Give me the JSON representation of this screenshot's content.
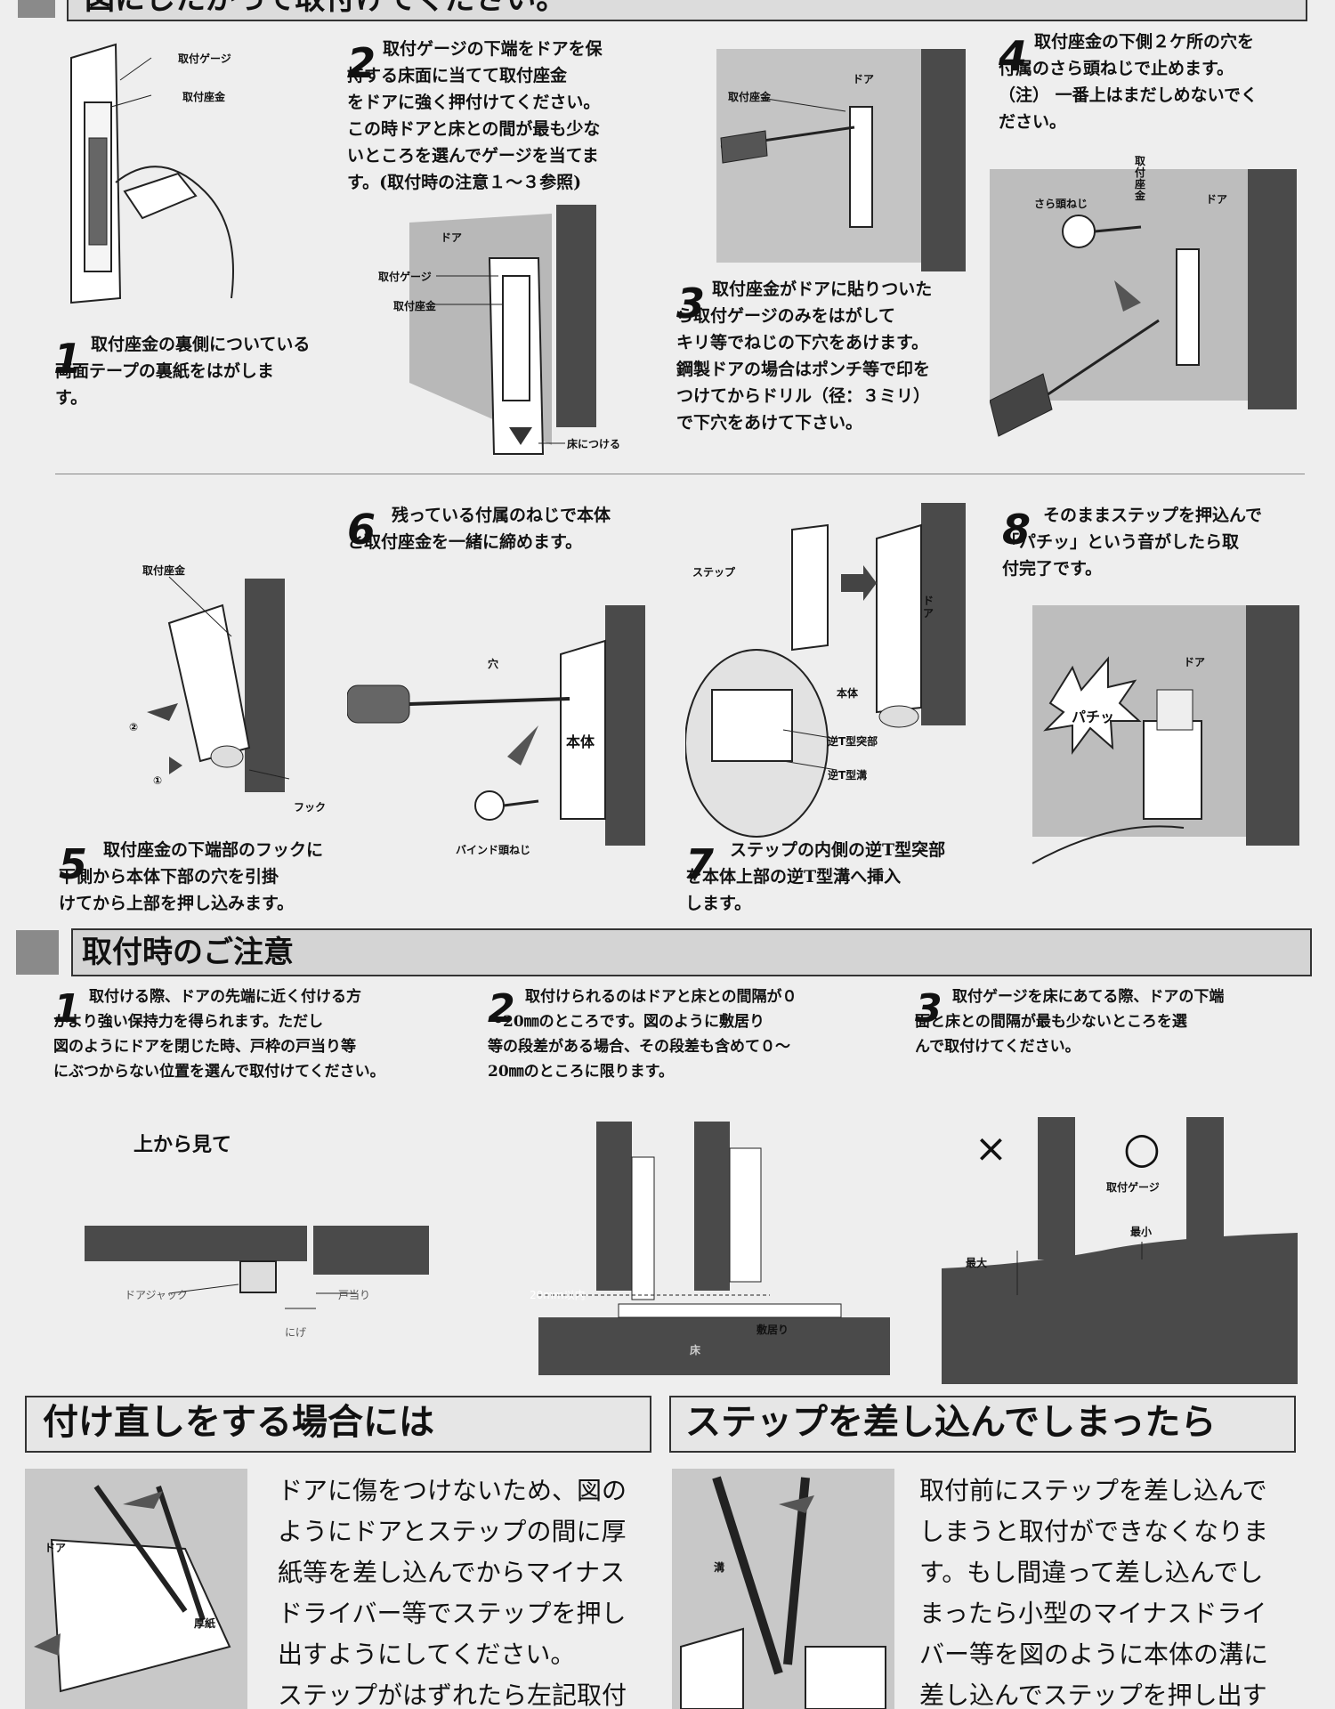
{
  "header": {
    "title": "図にしたがって取付けてください。"
  },
  "steps": [
    {
      "num": "1",
      "text": "取付座金の裏側についている\n両面テープの裏紙をはがしま\nす。"
    },
    {
      "num": "2",
      "text": "取付ゲージの下端をドアを保\n持する床面に当てて取付座金\nをドアに強く押付けてください。\nこの時ドアと床との間が最も少な\nいところを選んでゲージを当てま\nす。(取付時の注意１～３参照)"
    },
    {
      "num": "3",
      "text": "取付座金がドアに貼りついた\nら取付ゲージのみをはがして\nキリ等でねじの下穴をあけます。\n鋼製ドアの場合はポンチ等で印を\nつけてからドリル（径：３ミリ）\nで下穴をあけて下さい。"
    },
    {
      "num": "4",
      "text": "取付座金の下側２ケ所の穴を\n付属のさら頭ねじで止めます。\n（注） 一番上はまだしめないでく\nださい。"
    },
    {
      "num": "5",
      "text": "取付座金の下端部のフックに\n下側から本体下部の穴を引掛\nけてから上部を押し込みます。"
    },
    {
      "num": "6",
      "text": "残っている付属のねじで本体\nと取付座金を一緒に締めます。"
    },
    {
      "num": "7",
      "text": "ステップの内側の逆T型突部\nを本体上部の逆T型溝へ挿入\nします。"
    },
    {
      "num": "8",
      "text": "そのままステップを押込んで\n「パチッ」という音がしたら取\n付完了です。"
    }
  ],
  "labels": {
    "gauge": "取付ゲージ",
    "washer": "取付座金",
    "door": "ドア",
    "floor_touch": "床につける",
    "countersunk_screw": "さら頭ねじ",
    "washer_vertical": "取付座金",
    "body": "本体",
    "hook": "フック",
    "hole": "穴",
    "binding_screw": "バインド頭ねじ",
    "step": "ステップ",
    "t_protrusion": "逆T型突部",
    "t_groove": "逆T型溝",
    "click": "パチッ",
    "circle1": "①",
    "circle2": "②",
    "doorjack": "ドアジャック",
    "doorstop": "戸当り",
    "clearance": "にげ",
    "top_view": "上から見て",
    "within20": "20mm以内",
    "threshold": "敷居り",
    "floor": "床",
    "max": "最大",
    "min": "最小",
    "gauge2": "取付ゲージ",
    "x_mark": "×",
    "o_mark": "○",
    "cardboard": "厚紙",
    "groove": "溝"
  },
  "cautions": {
    "title": "取付時のご注意",
    "items": [
      {
        "num": "1",
        "text": "取付ける際、ドアの先端に近く付ける方\nがより強い保持力を得られます。ただし\n図のようにドアを閉じた時、戸枠の戸当り等\nにぶつからない位置を選んで取付けてください。"
      },
      {
        "num": "2",
        "text": "取付けられるのはドアと床との間隔が０\n～20㎜のところです。図のように敷居り\n等の段差がある場合、その段差も含めて０～\n20㎜のところに限ります。"
      },
      {
        "num": "3",
        "text": "取付ゲージを床にあてる際、ドアの下端\n面と床との間隔が最も少ないところを選\nんで取付けてください。"
      }
    ]
  },
  "reattach": {
    "title": "付け直しをする場合には",
    "text": "ドアに傷をつけないため、図の\nようにドアとステップの間に厚\n紙等を差し込んでからマイナス\nドライバー等でステップを押し\n出すようにしてください。\nステップがはずれたら左記取付\n方法にもとづいて付け直します。"
  },
  "inserted": {
    "title": "ステップを差し込んでしまったら",
    "text": "取付前にステップを差し込んで\nしまうと取付ができなくなりま\nす。もし間違って差し込んでし\nまったら小型のマイナスドライ\nバー等を図のように本体の溝に\n差し込んでステップを押し出す\nようにしてください。"
  }
}
